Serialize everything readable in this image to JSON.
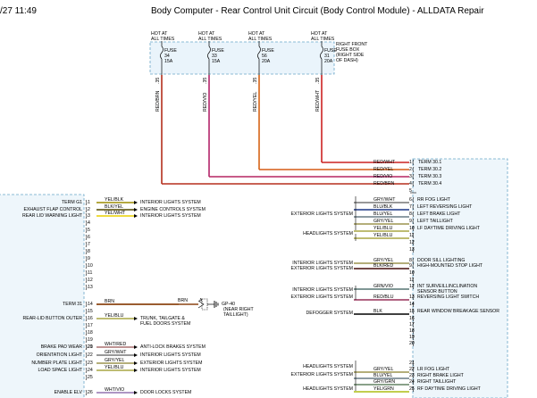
{
  "header": {
    "date_time": "/27 11:49",
    "title": "Body Computer - Rear Control Unit Circuit (Body Control Module) - ALLDATA Repair"
  },
  "fuse_box": {
    "name": "RIGHT FRONT FUSE BOX (RIGHT SIDE OF DASH)",
    "name_lines": [
      "RIGHT FRONT",
      "FUSE BOX",
      "(RIGHT SIDE",
      "OF DASH)"
    ],
    "fuses": [
      {
        "hot_line1": "HOT AT",
        "hot_line2": "ALL TIMES",
        "label": "FUSE",
        "number": "34",
        "rating": "15A",
        "wire": "RED/BRN",
        "size": ".35"
      },
      {
        "hot_line1": "HOT AT",
        "hot_line2": "ALL TIMES",
        "label": "FUSE",
        "number": "33",
        "rating": "15A",
        "wire": "RED/VIO",
        "size": ".35"
      },
      {
        "hot_line1": "HOT AT",
        "hot_line2": "ALL TIMES",
        "label": "FUSE",
        "number": "56",
        "rating": "20A",
        "wire": "RED/YEL",
        "size": ".35"
      },
      {
        "hot_line1": "HOT AT",
        "hot_line2": "ALL TIMES",
        "label": "FUSE",
        "number": "31",
        "rating": "20A",
        "wire": "RED/WHT",
        "size": ".35"
      }
    ]
  },
  "top_connector": {
    "pins": [
      {
        "wire": "RED/WHT",
        "pin": "1",
        "term": "TERM 30.1"
      },
      {
        "wire": "RED/YEL",
        "pin": "2",
        "term": "TERM 30.2"
      },
      {
        "wire": "RED/VIO",
        "pin": "3",
        "term": "TERM 30.3"
      },
      {
        "wire": "RED/BRN",
        "pin": "4",
        "term": "TERM 30.4"
      }
    ],
    "extra_pin": "5"
  },
  "right_connector": {
    "pins": [
      {
        "pin": "6",
        "wire": "GRY/WHT",
        "label": "RR FOG LIGHT"
      },
      {
        "pin": "7",
        "wire": "BLU/BLK",
        "label": "LEFT REVERSING LIGHT"
      },
      {
        "pin": "8",
        "wire": "BLU/YEL",
        "label": "LEFT BRAKE LIGHT"
      },
      {
        "pin": "9",
        "wire": "GRY/YEL",
        "label": "LEFT TAILLIGHT"
      },
      {
        "pin": "10",
        "wire": "YEL/BLU",
        "label": "LF DAYTIME DRIVING LIGHT"
      },
      {
        "pin": "11",
        "wire": "YEL/BLU",
        "label": ""
      },
      {
        "pin": "12",
        "wire": "",
        "label": ""
      },
      {
        "pin": "13",
        "wire": "",
        "label": ""
      },
      {
        "pin": "8",
        "wire": "GRY/YEL",
        "label": "DOOR SILL LIGHTING"
      },
      {
        "pin": "9",
        "wire": "BLK/RED",
        "label": "HIGH-MOUNTED STOP LIGHT"
      },
      {
        "pin": "10",
        "wire": "",
        "label": ""
      },
      {
        "pin": "11",
        "wire": "",
        "label": ""
      },
      {
        "pin": "12",
        "wire": "GRN/VIO",
        "label": "INT SURVEILLINCLINATION"
      },
      {
        "pin": "",
        "wire": "",
        "label": "SENSOR BUTTON"
      },
      {
        "pin": "13",
        "wire": "RED/BLU",
        "label": "REVERSING LIGHT SWITCH"
      },
      {
        "pin": "14",
        "wire": "",
        "label": ""
      },
      {
        "pin": "15",
        "wire": "BLK",
        "label": "REAR WINDOW BREAKAGE SENSOR"
      },
      {
        "pin": "16",
        "wire": "",
        "label": ""
      },
      {
        "pin": "17",
        "wire": "",
        "label": ""
      },
      {
        "pin": "18",
        "wire": "",
        "label": ""
      },
      {
        "pin": "19",
        "wire": "",
        "label": ""
      },
      {
        "pin": "20",
        "wire": "",
        "label": ""
      },
      {
        "pin": "21",
        "wire": "",
        "label": ""
      },
      {
        "pin": "22",
        "wire": "GRY/YEL",
        "label": "LR FOG LIGHT"
      },
      {
        "pin": "23",
        "wire": "BLU/YEL",
        "label": "RIGHT BRAKE LIGHT"
      },
      {
        "pin": "24",
        "wire": "GRY/GRN",
        "label": "RIGHT TAILLIGHT"
      },
      {
        "pin": "25",
        "wire": "YEL/GRN",
        "label": "RF DAYTIME DRIVING LIGHT"
      },
      {
        "pin": "26",
        "wire": "YEL/GRN",
        "label": ""
      }
    ]
  },
  "right_side_systems": [
    {
      "text": "EXTERIOR LIGHTS SYSTEM"
    },
    {
      "text": "HEADLIGHTS SYSTEM"
    },
    {
      "text": "INTERIOR LIGHTS SYSTEM"
    },
    {
      "text": "EXTERIOR LIGHTS SYSTEM"
    },
    {
      "text": "INTERIOR LIGHTS SYSTEM"
    },
    {
      "text": "EXTERIOR LIGHTS SYSTEM"
    },
    {
      "text": "DEFOGGER SYSTEM"
    },
    {
      "text": "HEADLIGHTS SYSTEM"
    },
    {
      "text": "EXTERIOR LIGHTS SYSTEM"
    },
    {
      "text": "HEADLIGHTS SYSTEM"
    }
  ],
  "left_connector": {
    "pins": [
      {
        "label": "TERM G1",
        "pin": "1",
        "wire": "YEL/BLK",
        "target": "INTERIOR LIGHTS SYSTEM"
      },
      {
        "label": "EXHAUST FLAP CONTROL",
        "pin": "2",
        "wire": "BLK/YEL",
        "target": "ENGINE CONTROLS SYSTEM"
      },
      {
        "label": "REAR LID WARNING LIGHT",
        "pin": "3",
        "wire": "YEL/WHT",
        "target": "INTERIOR LIGHTS SYSTEM"
      },
      {
        "label": "",
        "pin": "4",
        "wire": "",
        "target": ""
      },
      {
        "label": "",
        "pin": "5",
        "wire": "",
        "target": ""
      },
      {
        "label": "",
        "pin": "6",
        "wire": "",
        "target": ""
      },
      {
        "label": "",
        "pin": "7",
        "wire": "",
        "target": ""
      },
      {
        "label": "",
        "pin": "8",
        "wire": "",
        "target": ""
      },
      {
        "label": "",
        "pin": "9",
        "wire": "",
        "target": ""
      },
      {
        "label": "",
        "pin": "10",
        "wire": "",
        "target": ""
      },
      {
        "label": "",
        "pin": "11",
        "wire": "",
        "target": ""
      },
      {
        "label": "",
        "pin": "12",
        "wire": "",
        "target": ""
      },
      {
        "label": "",
        "pin": "13",
        "wire": "",
        "target": ""
      },
      {
        "label": "TERM 31",
        "pin": "14",
        "wire": "BRN",
        "target": ""
      },
      {
        "label": "",
        "pin": "15",
        "wire": "",
        "target": ""
      },
      {
        "label": "REAR-LID BUTTON OUTER",
        "pin": "16",
        "wire": "YEL/BLU",
        "target": "TRUNK, TAILGATE & FUEL DOORS SYSTEM"
      },
      {
        "label": "",
        "pin": "17",
        "wire": "",
        "target": ""
      },
      {
        "label": "",
        "pin": "18",
        "wire": "",
        "target": ""
      },
      {
        "label": "",
        "pin": "19",
        "wire": "",
        "target": ""
      },
      {
        "label": "",
        "pin": "20",
        "wire": "",
        "target": ""
      },
      {
        "label": "BRAKE PAD WEAR",
        "pin": "21",
        "wire": "WHT/RED",
        "target": "ANTI-LOCK BRAKES SYSTEM"
      },
      {
        "label": "ORIENTATION LIGHT",
        "pin": "22",
        "wire": "GRY/WHT",
        "target": "INTERIOR LIGHTS SYSTEM"
      },
      {
        "label": "NUMBER PLATE LIGHT",
        "pin": "23",
        "wire": "GRY/YEL",
        "target": "EXTERIOR LIGHTS SYSTEM"
      },
      {
        "label": "LOAD SPACE LIGHT",
        "pin": "24",
        "wire": "YEL/BLU",
        "target": "INTERIOR LIGHTS SYSTEM"
      },
      {
        "label": "",
        "pin": "25",
        "wire": "",
        "target": ""
      },
      {
        "label": "ENABLE ELV",
        "pin": "26",
        "wire": "WHT/VIO",
        "target": "DOOR LOCKS SYSTEM"
      }
    ]
  },
  "ground": {
    "wire": "BRN",
    "id": "GP-40",
    "location": "(NEAR RIGHT TAILLIGHT)",
    "location_lines": [
      "(NEAR RIGHT",
      "TAILLIGHT)"
    ],
    "pin": "A"
  },
  "colors": {
    "red": "#cc2222",
    "yellow": "#e8d000",
    "blue": "#2850c8",
    "green": "#3a9a3a",
    "violet": "#8a2be2",
    "brown": "#8b4513",
    "module_fill": "#eef6fb",
    "module_border": "#6aa6c8"
  }
}
